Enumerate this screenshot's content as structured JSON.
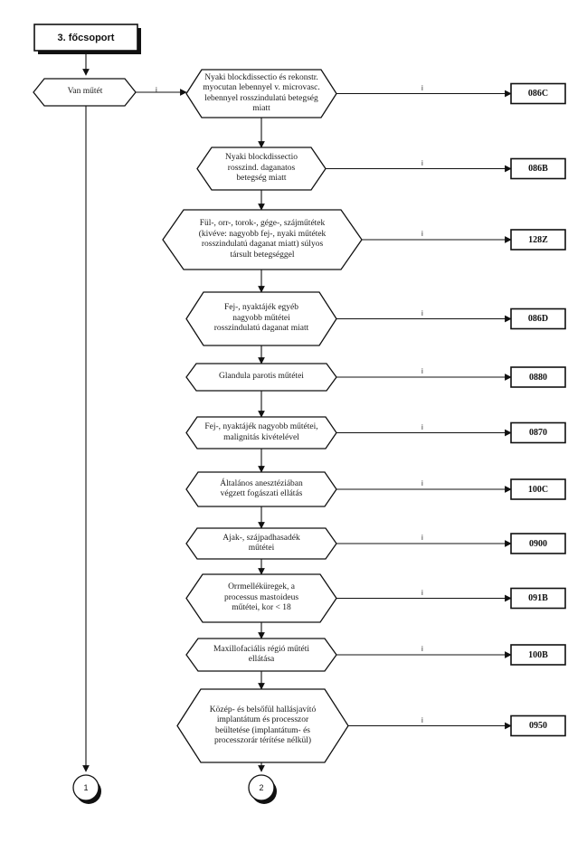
{
  "title": "3. főcsoport",
  "decision": {
    "label": "Van műtét",
    "branch_label": "i"
  },
  "steps": [
    {
      "text": "Nyaki blockdissectio és rekonstr.\nmyocutan lebennyel v. microvasc.\nlebennyel rosszindulatú betegség\nmiatt",
      "edge_label": "i",
      "code": "086C"
    },
    {
      "text": "Nyaki blockdissectio\nrosszind. daganatos\nbetegség  miatt",
      "edge_label": "i",
      "code": "086B"
    },
    {
      "text": "Fül-, orr-, torok-, gége-, szájműtétek\n(kivéve: nagyobb fej-, nyaki műtétek\nrosszindulatú daganat miatt) súlyos\ntársult betegséggel",
      "edge_label": "i",
      "code": "128Z"
    },
    {
      "text": "Fej-, nyaktájék egyéb\nnagyobb műtétei\nrosszindulatú daganat miatt",
      "edge_label": "i",
      "code": "086D"
    },
    {
      "text": "Glandula parotis műtétei",
      "edge_label": "i",
      "code": "0880"
    },
    {
      "text": "Fej-, nyaktájék nagyobb műtétei,\nmalignitás kivételével",
      "edge_label": "i",
      "code": "0870"
    },
    {
      "text": "Általános anesztéziában\nvégzett fogászati ellátás",
      "edge_label": "i",
      "code": "100C"
    },
    {
      "text": "Ajak-, szájpadhasadék\nműtétei",
      "edge_label": "i",
      "code": "0900"
    },
    {
      "text": "Orrmelléküregek, a\nprocessus mastoideus\nműtétei, kor < 18",
      "edge_label": "i",
      "code": "091B"
    },
    {
      "text": "Maxillofaciális régió műtéti\nellátása",
      "edge_label": "i",
      "code": "100B"
    },
    {
      "text": "Közép- és belsőfül hallásjavító\nimplantátum és processzor\nbeültetése (implantátum- és\nprocesszorár térítése nélkül)",
      "edge_label": "i",
      "code": "0950"
    }
  ],
  "connectors": [
    {
      "label": "1"
    },
    {
      "label": "2"
    }
  ]
}
